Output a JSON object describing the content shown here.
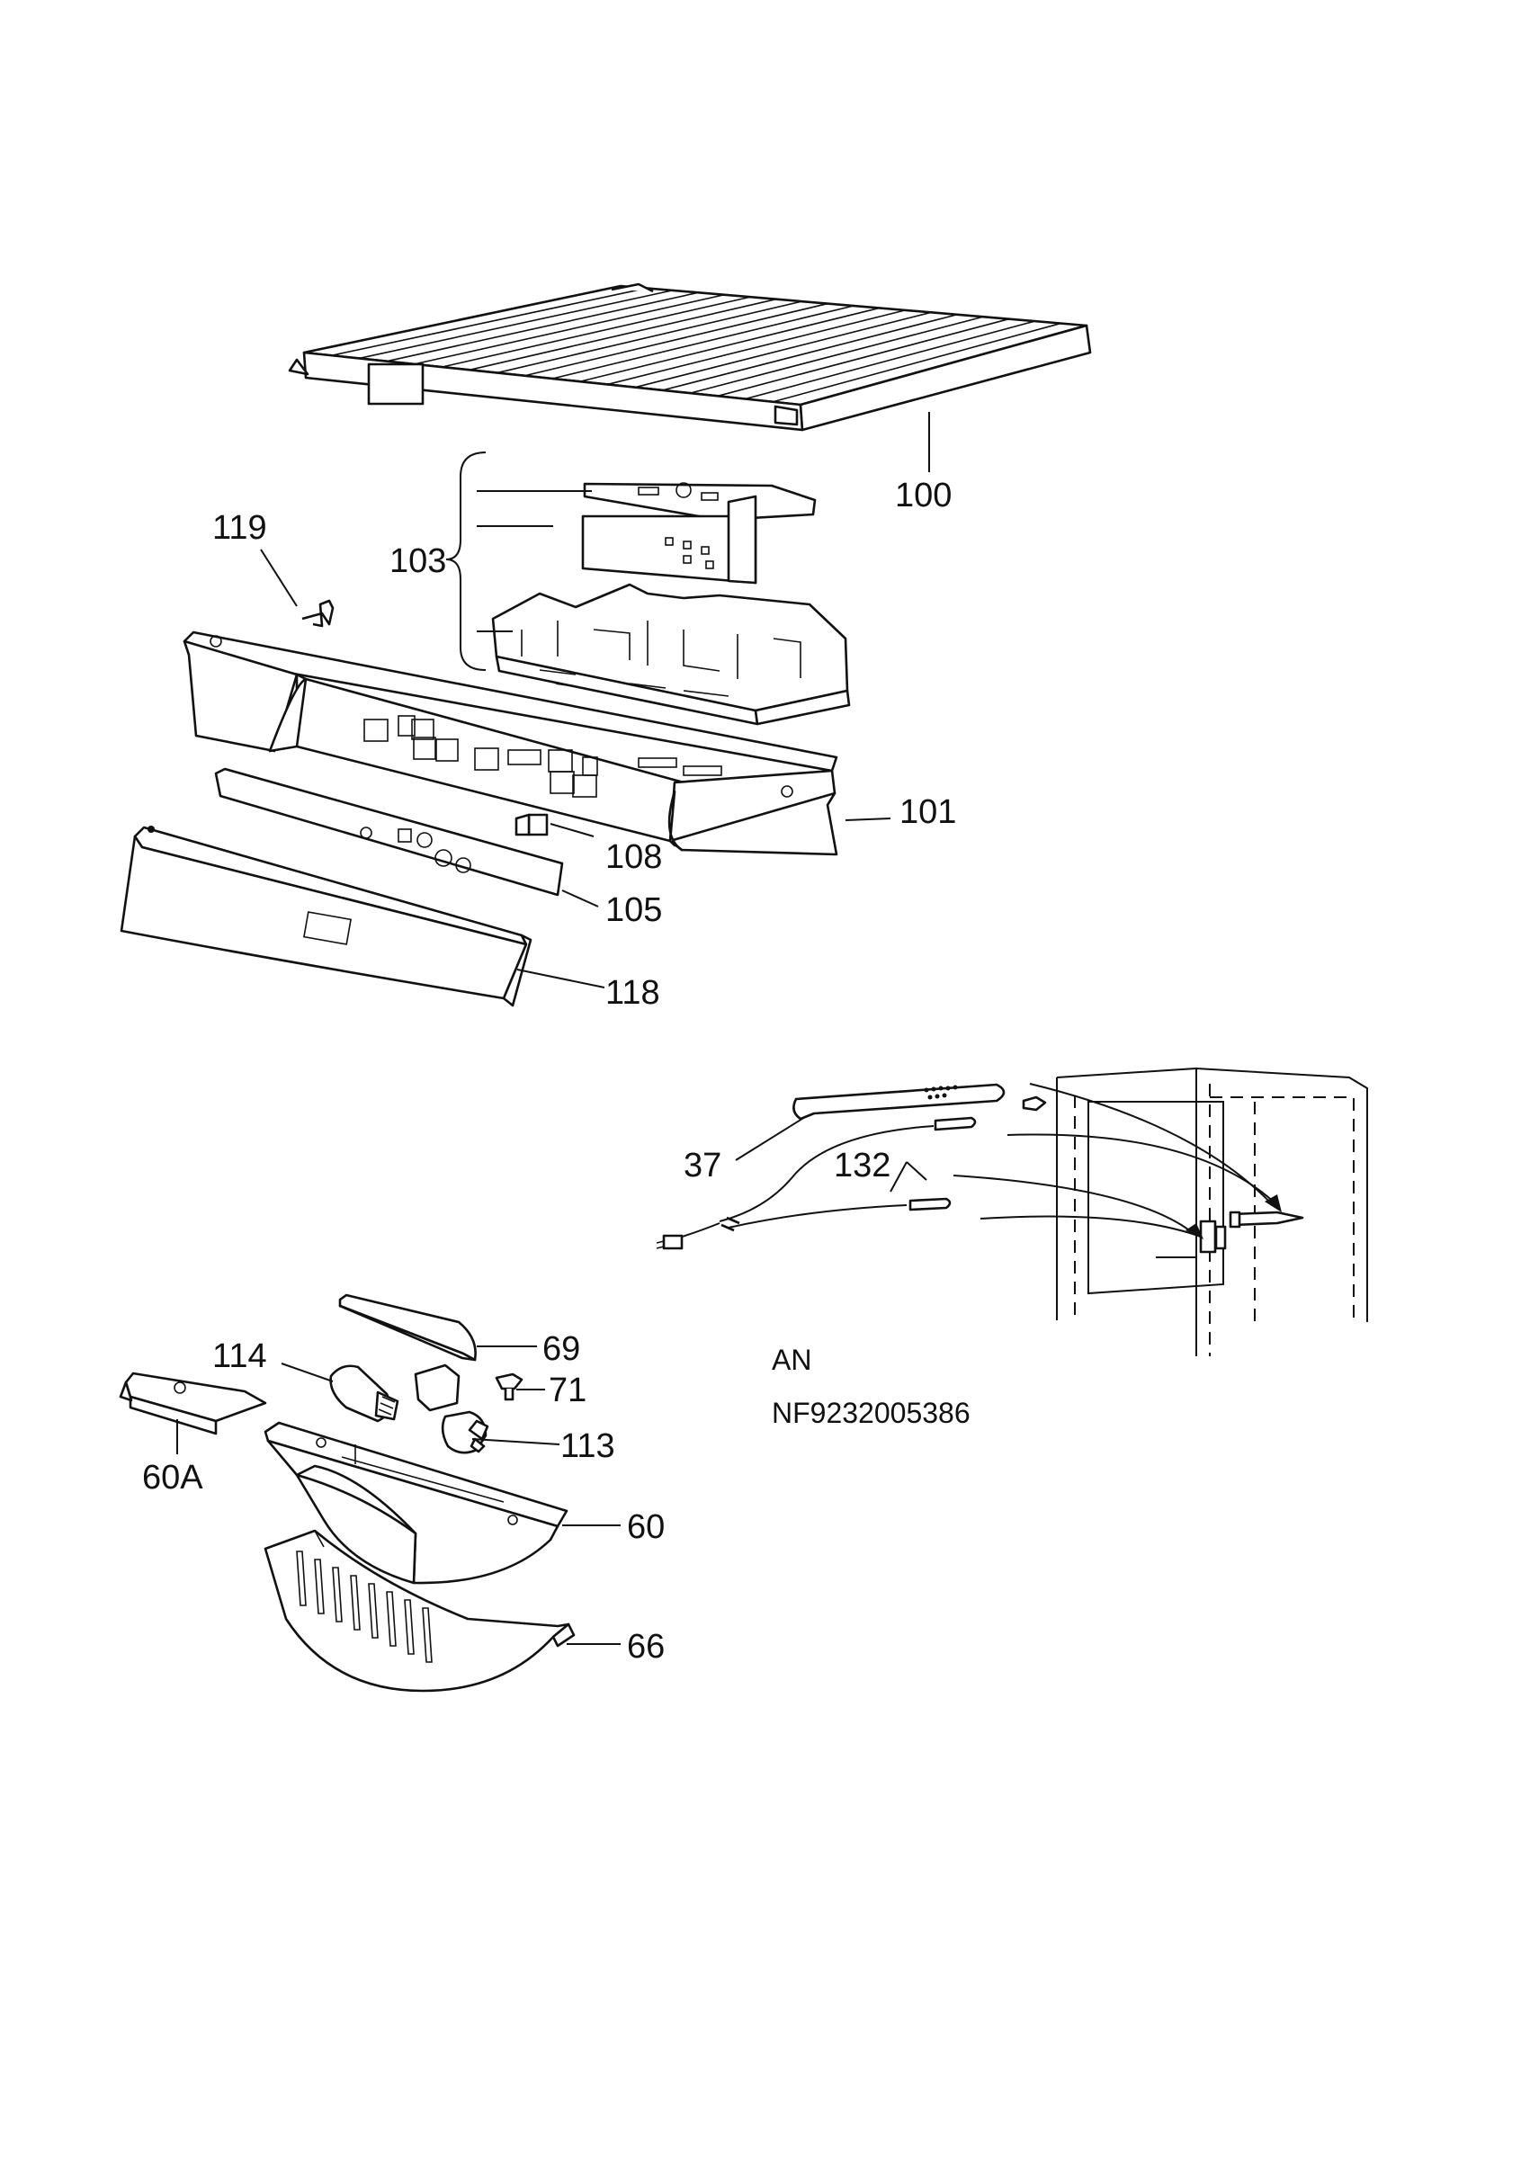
{
  "labels": {
    "p100": "100",
    "p119": "119",
    "p103": "103",
    "p101": "101",
    "p108": "108",
    "p105": "105",
    "p118": "118",
    "p37": "37",
    "p132": "132",
    "p69": "69",
    "p114": "114",
    "p71": "71",
    "p113": "113",
    "p60A": "60A",
    "p60": "60",
    "p66": "66"
  },
  "caption": {
    "model": "AN",
    "code": "NF9232005386"
  }
}
